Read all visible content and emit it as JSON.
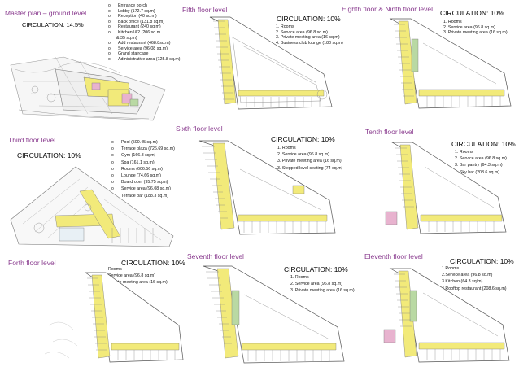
{
  "panels": {
    "master": {
      "title": "Master plan – ground level",
      "circulation": "CIRCULATION: 14.5%",
      "items": [
        "Entrance porch",
        "Lobby (172.7 sq.m)",
        "Reception (40 sq.m)",
        "Back office (131.8 sq.m)",
        "Restaurant (240 sq.m)",
        "Kitchen1&2 (206 sq.m",
        "& 35 sq.m)",
        "Add restaurant (468.8sq.m)",
        "Service area (96.08 sq.m)",
        "Grand staircase",
        "Administrative area (125.8 sq.m)"
      ]
    },
    "fifth": {
      "title": "Fifth floor level",
      "circulation": "CIRCULATION: 10%",
      "items": [
        "1. Rooms",
        "2. Service area (96.8 sq.m)",
        "3. Private meeting area (16 sq.m)",
        "4. Business club lounge (180 sq.m)"
      ]
    },
    "eighth": {
      "title": "Eighth floor & Ninth floor level",
      "circulation": "CIRCULATION: 10%",
      "items": [
        "1. Rooms",
        "2. Service area (96.8 sq.m)",
        "3. Private meeting area (16 sq.m)"
      ]
    },
    "third": {
      "title": "Third floor level",
      "circulation": "CIRCULATION: 10%",
      "items": [
        "Pool (500.45 sq.m)",
        "Terrace plaza (726.69 sq.m)",
        "Gym (166.8 sq.m)",
        "Spa (161.1 sq.m)",
        "Rooms (606.56 sq.m)",
        "Lounge (74.66 sq.m)",
        "Boardroom (95.75 sq.m)",
        "Service area (96.08 sq.m)",
        "Terrace bar (188.3 sq.m)"
      ]
    },
    "sixth": {
      "title": "Sixth floor level",
      "circulation": "CIRCULATION: 10%",
      "items": [
        "1. Rooms",
        "2. Service area (96.8 sq.m)",
        "3. Private meeting area (16 sq.m)",
        "3. Stepped level seating (74 sq.m)"
      ]
    },
    "tenth": {
      "title": "Tenth floor level",
      "circulation": "CIRCULATION: 10%",
      "items": [
        "1. Rooms",
        "2. Service area (96.8 sq.m)",
        "3. Bar pantry (64.3 sq.m)",
        "4. Sky bar (208.6 sq.m)"
      ]
    },
    "fourth": {
      "title": "Forth floor level",
      "circulation": "CIRCULATION: 10%",
      "items": [
        "Rooms",
        "Service area (96.8 sq.m)",
        "Private meeting area (16 sq.m)"
      ]
    },
    "seventh": {
      "title": "Seventh floor level",
      "circulation": "CIRCULATION: 10%",
      "items": [
        "1. Rooms",
        "2. Service area (96.8 sq.m)",
        "3. Private meeting area (16 sq.m)"
      ]
    },
    "eleventh": {
      "title": "Eleventh floor level",
      "circulation": "CIRCULATION: 10%",
      "items": [
        "1.Rooms",
        "2.Service area (96.8 sq.m)",
        "3.Kitchen (64.3 sq/m)",
        "4.Rooftop restaurant (208.6 sq.m)"
      ]
    }
  },
  "colors": {
    "title": "#8a3c8f",
    "circulation_fill": "#f2ea7a",
    "plan_line": "#555555",
    "green_zone": "#b9d9a3",
    "pink_zone": "#e8b3cf"
  }
}
